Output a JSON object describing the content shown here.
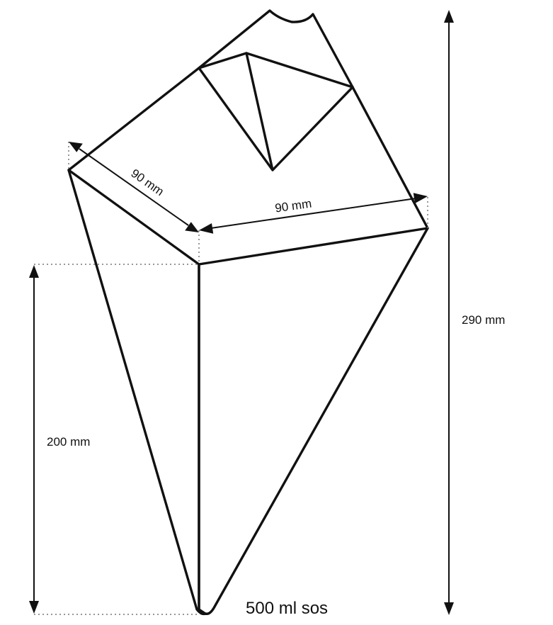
{
  "diagram": {
    "dimensions": {
      "top_depth": "90 mm",
      "top_width": "90 mm",
      "total_height": "290 mm",
      "cone_height": "200 mm"
    },
    "caption": "500 ml sos"
  },
  "colors": {
    "outline": "#111111",
    "dimension": "#111111",
    "guide": "#777777",
    "background": "#ffffff"
  }
}
